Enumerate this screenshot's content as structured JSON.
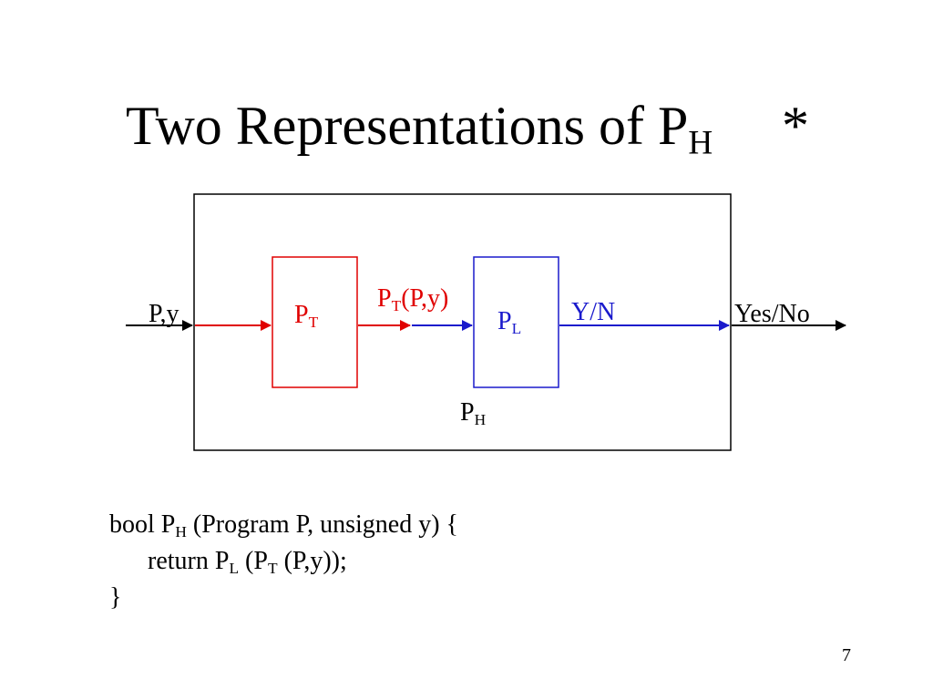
{
  "title": {
    "text": "Two Representations of P",
    "subscript": "H",
    "marker": "*"
  },
  "diagram": {
    "input_label": "P,y",
    "output_label": "Yes/No",
    "translator_box": {
      "base": "P",
      "subscript": "T"
    },
    "translator_output": {
      "base": "P",
      "subscript": "T",
      "suffix": "(P,y)"
    },
    "decider_box": {
      "base": "P",
      "subscript": "L"
    },
    "decider_output": "Y/N",
    "outer_box_label": {
      "base": "P",
      "subscript": "H"
    },
    "colors": {
      "translator": "#e00000",
      "decider": "#1a1acc",
      "outline": "#000000"
    }
  },
  "code": {
    "line1": {
      "prefix": "bool P",
      "sub": "H",
      "suffix": " (Program P, unsigned y) {"
    },
    "line2": {
      "prefix": "return P",
      "sub1": "L",
      "middle": " (P",
      "sub2": "T",
      "suffix": " (P,y));"
    },
    "line3": "}"
  },
  "page_number": "7"
}
